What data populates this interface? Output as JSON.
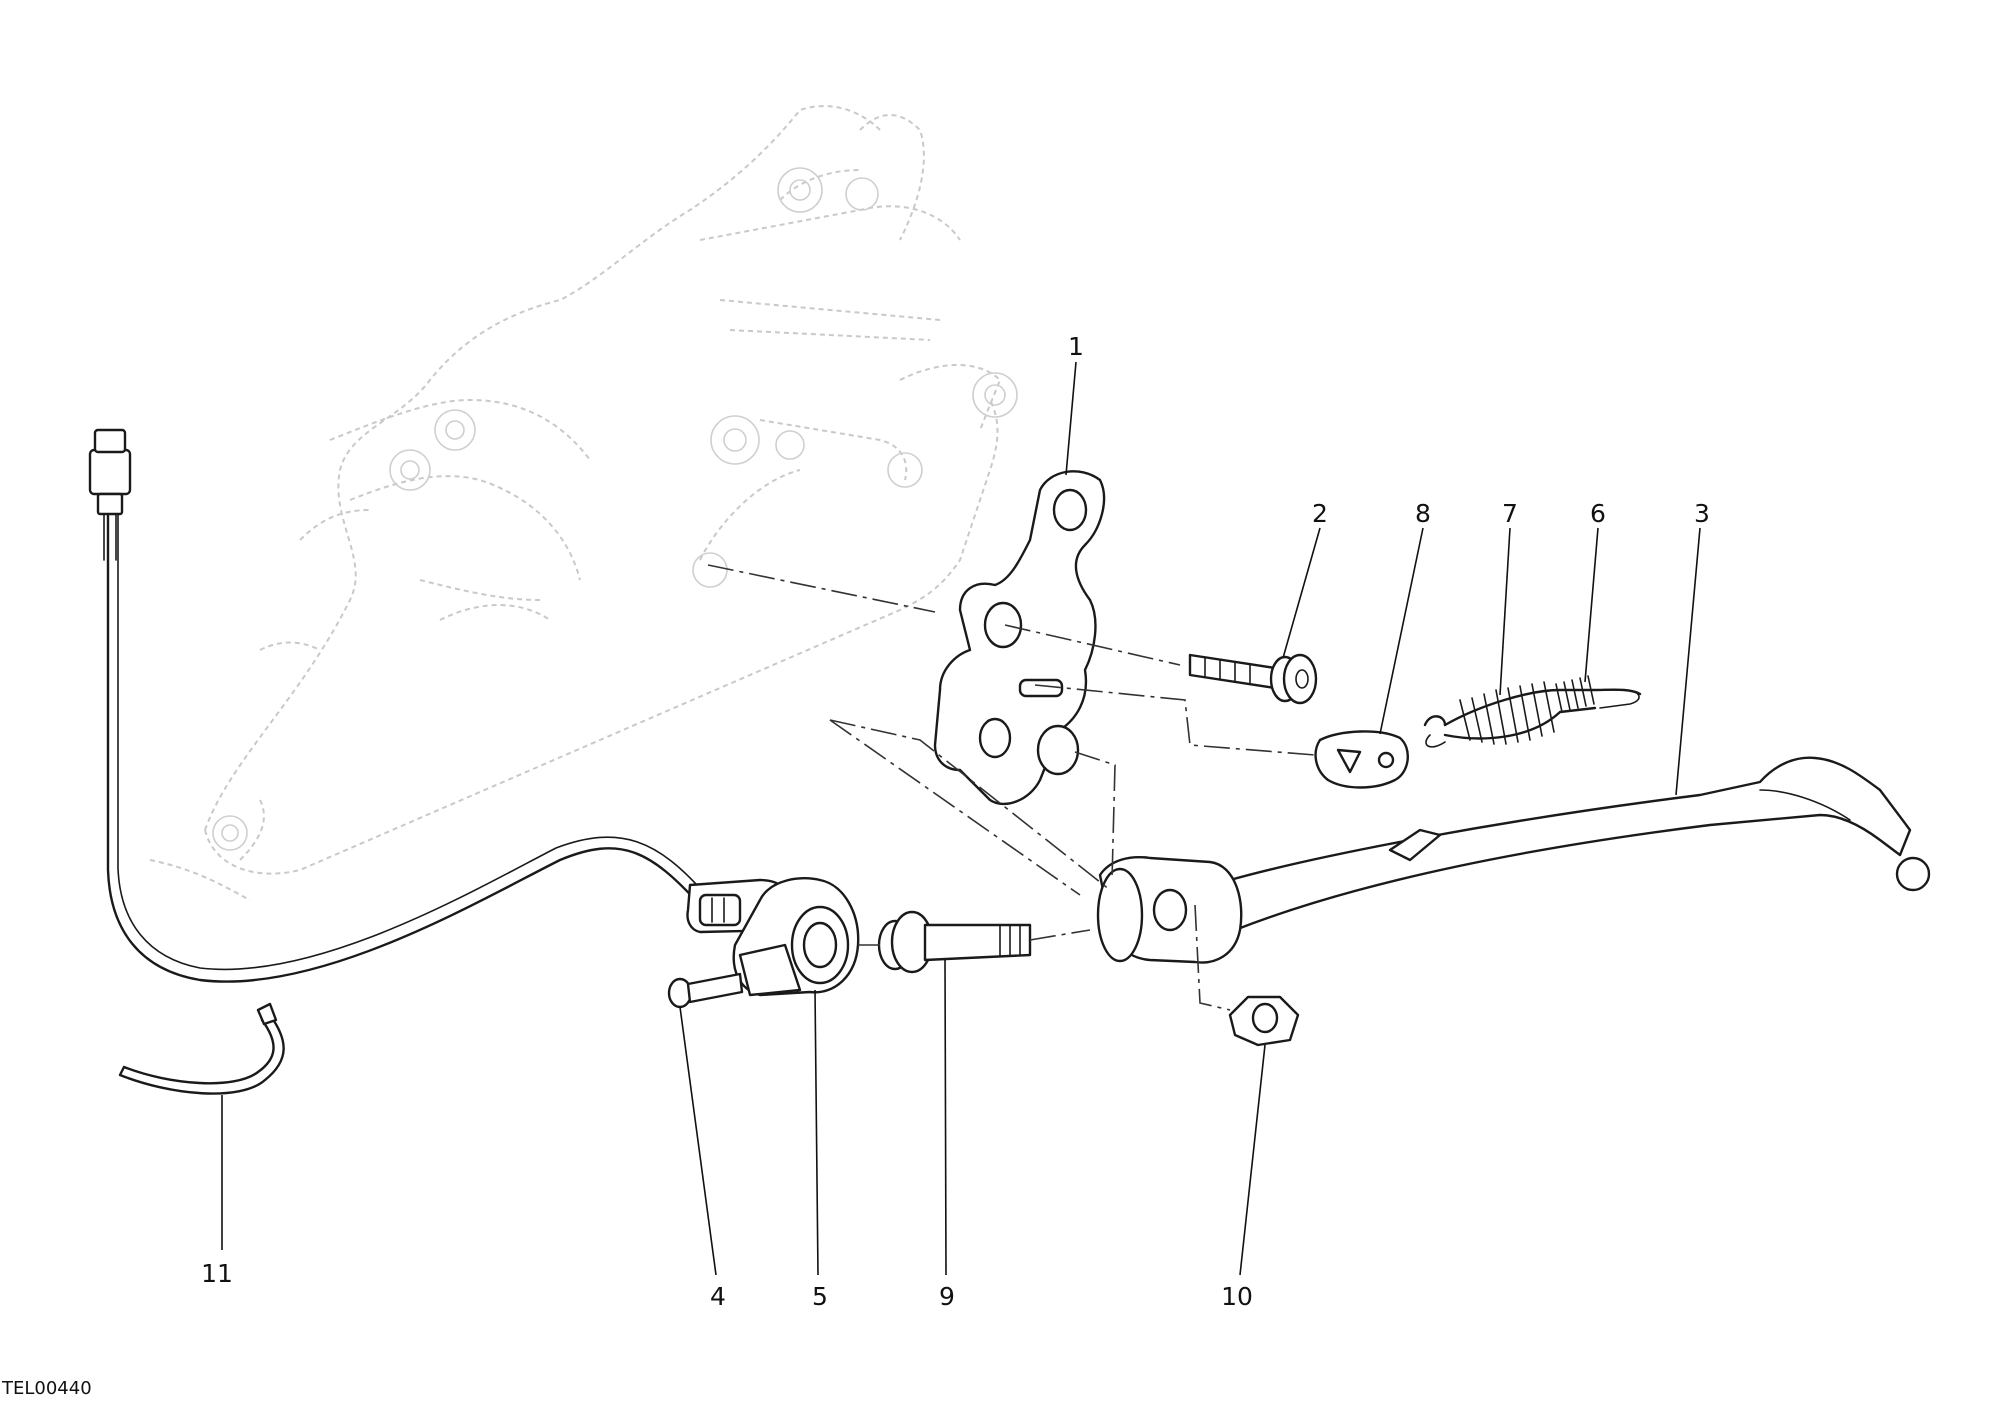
{
  "drawing_code": "TEL00440",
  "callouts": [
    {
      "id": "1",
      "label": "1"
    },
    {
      "id": "2",
      "label": "2"
    },
    {
      "id": "3",
      "label": "3"
    },
    {
      "id": "4",
      "label": "4"
    },
    {
      "id": "5",
      "label": "5"
    },
    {
      "id": "6",
      "label": "6"
    },
    {
      "id": "7",
      "label": "7"
    },
    {
      "id": "8",
      "label": "8"
    },
    {
      "id": "9",
      "label": "9"
    },
    {
      "id": "10",
      "label": "10"
    },
    {
      "id": "11",
      "label": "11"
    }
  ],
  "colors": {
    "line": "#1a1a1a",
    "ghost": "#c9c9c9",
    "background": "#ffffff"
  }
}
